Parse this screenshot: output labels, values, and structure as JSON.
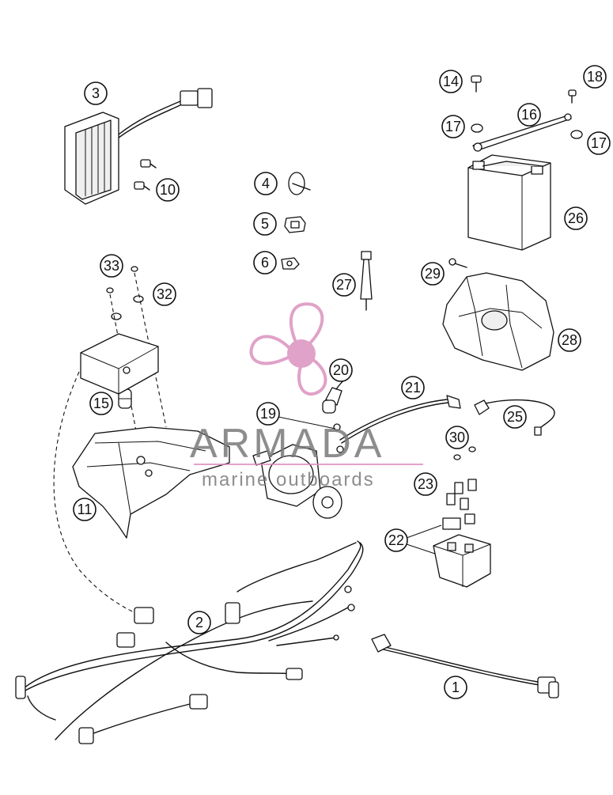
{
  "callouts": [
    {
      "id": "c3",
      "label": "3"
    },
    {
      "id": "c10",
      "label": "10"
    },
    {
      "id": "c4",
      "label": "4"
    },
    {
      "id": "c5",
      "label": "5"
    },
    {
      "id": "c6",
      "label": "6"
    },
    {
      "id": "c14",
      "label": "14"
    },
    {
      "id": "c18",
      "label": "18"
    },
    {
      "id": "c16",
      "label": "16"
    },
    {
      "id": "c17a",
      "label": "17"
    },
    {
      "id": "c17b",
      "label": "17"
    },
    {
      "id": "c26",
      "label": "26"
    },
    {
      "id": "c33",
      "label": "33"
    },
    {
      "id": "c32",
      "label": "32"
    },
    {
      "id": "c27",
      "label": "27"
    },
    {
      "id": "c29",
      "label": "29"
    },
    {
      "id": "c28",
      "label": "28"
    },
    {
      "id": "c20",
      "label": "20"
    },
    {
      "id": "c15",
      "label": "15"
    },
    {
      "id": "c21",
      "label": "21"
    },
    {
      "id": "c19",
      "label": "19"
    },
    {
      "id": "c25",
      "label": "25"
    },
    {
      "id": "c30",
      "label": "30"
    },
    {
      "id": "c23",
      "label": "23"
    },
    {
      "id": "c11",
      "label": "11"
    },
    {
      "id": "c22",
      "label": "22"
    },
    {
      "id": "c2",
      "label": "2"
    },
    {
      "id": "c1",
      "label": "1"
    }
  ],
  "watermark": {
    "brand": "ARMADA",
    "tagline": "marine outboards",
    "accent_color": "#d98cbb",
    "text_color": "#7a7a7a"
  }
}
